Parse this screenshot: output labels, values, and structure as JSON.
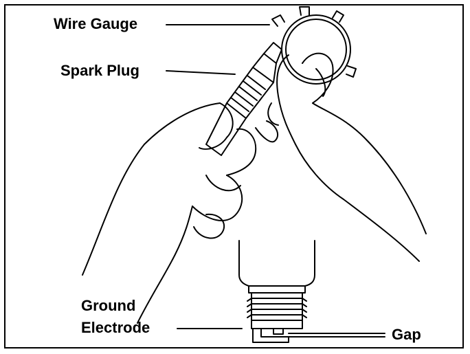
{
  "labels": {
    "wire_gauge": "Wire Gauge",
    "spark_plug": "Spark Plug",
    "ground_electrode_line1": "Ground",
    "ground_electrode_line2": "Electrode",
    "gap": "Gap"
  },
  "colors": {
    "ink": "#000000",
    "background": "#ffffff"
  }
}
